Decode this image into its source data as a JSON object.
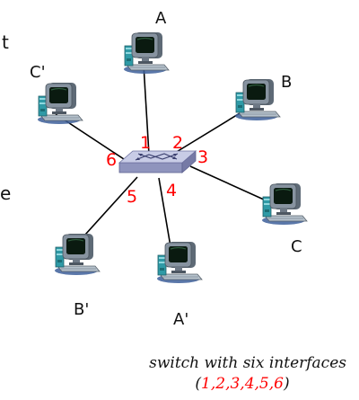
{
  "hosts": {
    "a": "A",
    "b": "B",
    "c": "C",
    "a_prime": "A'",
    "b_prime": "B'",
    "c_prime": "C'"
  },
  "left_edge_fragments": {
    "top": "t",
    "bottom": "e"
  },
  "switch_ports": {
    "p1": "1",
    "p2": "2",
    "p3": "3",
    "p4": "4",
    "p5": "5",
    "p6": "6"
  },
  "caption": {
    "line1": "switch with six interfaces",
    "line2_open": "(",
    "line2_ports": "1,2,3,4,5,6",
    "line2_close": ")"
  },
  "colors": {
    "port_label": "#ff0000",
    "link": "#000000",
    "switch_top": "#c8cce6",
    "switch_side": "#9ea3c8",
    "monitor_body": "#7f8b98",
    "screen": "#0a1a10",
    "tower_body": "#2f9aa6"
  },
  "icons": {
    "host": "desktop-computer-icon",
    "switch": "ethernet-switch-icon"
  }
}
